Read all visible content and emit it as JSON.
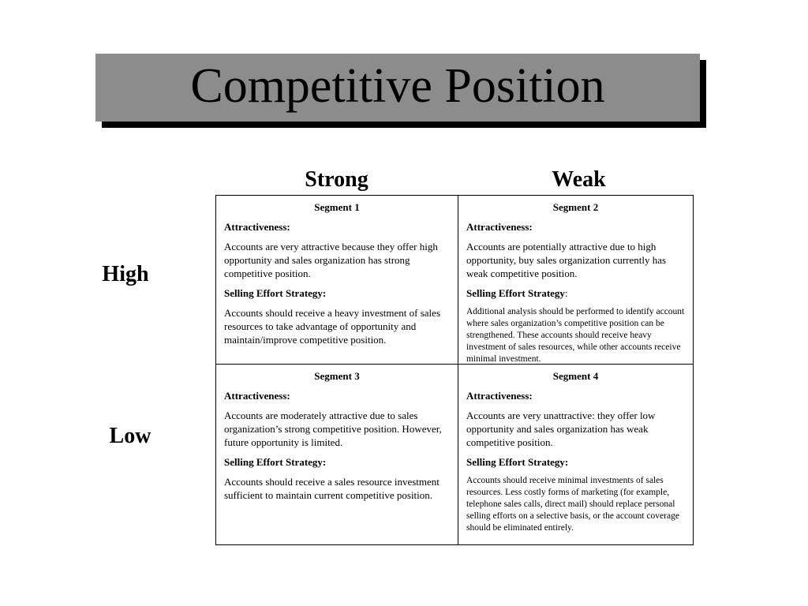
{
  "title": "Competitive Position",
  "columns": {
    "strong": "Strong",
    "weak": "Weak"
  },
  "rows": {
    "high": "High",
    "low": "Low"
  },
  "segments": [
    {
      "name": "Segment 1",
      "attractiveness_label": "Attractiveness:",
      "attractiveness": "Accounts are very attractive because they offer high opportunity and sales organization has strong competitive position.",
      "strategy_label": "Selling Effort Strategy:",
      "strategy": "Accounts should receive a heavy investment of sales resources to take advantage of opportunity and maintain/improve competitive position."
    },
    {
      "name": "Segment 2",
      "attractiveness_label": "Attractiveness:",
      "attractiveness": "Accounts are potentially attractive due to high opportunity, buy sales organization currently has weak competitive position.",
      "strategy_label": "Selling Effort Strategy",
      "strategy_colon": ":",
      "strategy": "Additional analysis should be performed to identify account where sales organization’s competitive position can be strengthened.  These accounts should receive heavy investment of sales resources, while other accounts receive minimal investment."
    },
    {
      "name": "Segment 3",
      "attractiveness_label": "Attractiveness:",
      "attractiveness": "Accounts are moderately attractive due to sales organization’s strong competitive position. However, future opportunity is limited.",
      "strategy_label": "Selling Effort Strategy:",
      "strategy": "Accounts should receive a sales resource investment sufficient to maintain current competitive position."
    },
    {
      "name": "Segment 4",
      "attractiveness_label": "Attractiveness:",
      "attractiveness": "Accounts are very unattractive: they offer low opportunity and sales organization has weak competitive position.",
      "strategy_label": "Selling Effort Strategy:",
      "strategy": "Accounts should receive minimal investments of sales resources.  Less costly forms of marketing (for example, telephone sales calls, direct mail) should replace personal selling efforts on a selective basis, or the account coverage should be eliminated entirely."
    }
  ],
  "colors": {
    "title_fill": "#8c8c8c",
    "title_shadow": "#000000",
    "text": "#000000",
    "background": "#ffffff"
  }
}
